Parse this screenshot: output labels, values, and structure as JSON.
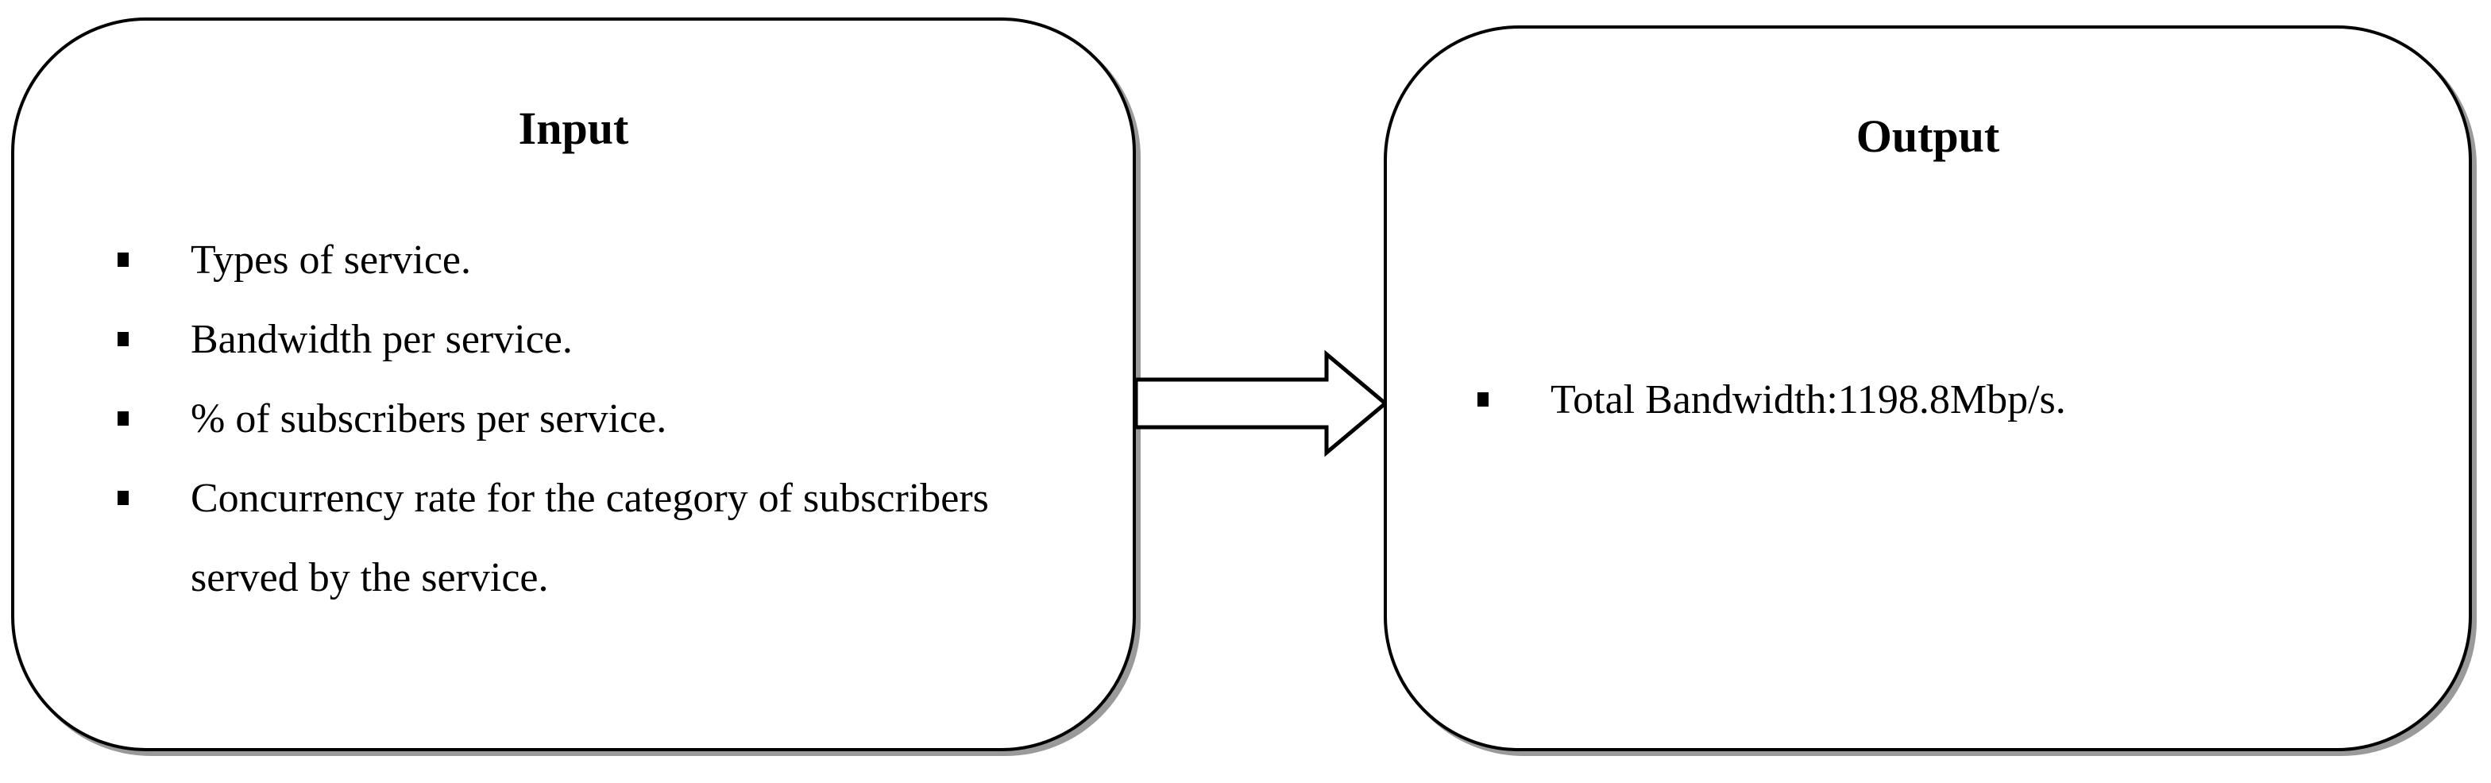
{
  "input": {
    "title": "Input",
    "items": [
      "Types of service.",
      "Bandwidth per service.",
      "% of subscribers per service.",
      "Concurrency rate for the category of subscribers served by the service."
    ]
  },
  "output": {
    "title": "Output",
    "items": [
      "Total Bandwidth:1198.8Mbp/s."
    ]
  }
}
